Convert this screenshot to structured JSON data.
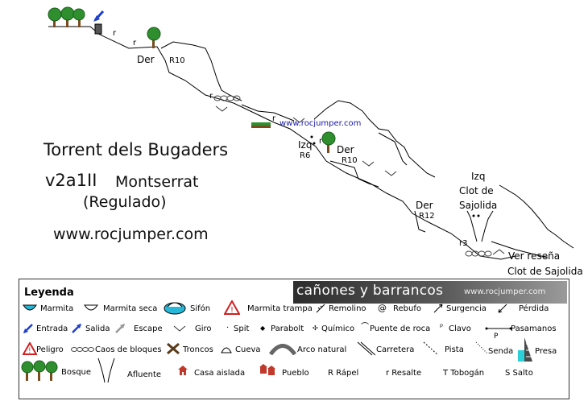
{
  "canyon": {
    "name": "Torrent dels Bugaders",
    "grade": "v2a1II",
    "region": "Montserrat",
    "status": "(Regulado)",
    "website": "www.rocjumper.com"
  },
  "topo_labels": {
    "r_small": "r",
    "der": "Der",
    "izq": "Izq",
    "r10": "R10",
    "r6": "R6",
    "r12": "R12",
    "r3": "r3",
    "watermark": "www.rocjumper.com",
    "tributary_side": "Izq",
    "tributary_line1": "Clot de",
    "tributary_line2": "Sajolida",
    "see_review": "Ver reseña",
    "see_review_target": "Clot de Sajolida"
  },
  "legend": {
    "title": "Leyenda",
    "brand_name": "cañones y barrancos",
    "brand_url": "www.rocjumper.com",
    "items": {
      "marmita": "Marmita",
      "marmita_seca": "Marmita seca",
      "sifon": "Sifón",
      "marmita_trampa": "Marmita trampa",
      "remolino": "Remolino",
      "rebufo": "Rebufo",
      "surgencia": "Surgencia",
      "perdida": "Pérdida",
      "entrada": "Entrada",
      "salida": "Salida",
      "escape": "Escape",
      "giro": "Giro",
      "spit": "Spit",
      "parabolt": "Parabolt",
      "quimico": "Químico",
      "puente_roca": "Puente de roca",
      "clavo": "Clavo",
      "pasamanos": "Pasamanos",
      "pasamanos_p": "P",
      "peligro": "Peligro",
      "caos": "Caos de bloques",
      "troncos": "Troncos",
      "cueva": "Cueva",
      "arco": "Arco natural",
      "carretera": "Carretera",
      "pista": "Pista",
      "senda": "Senda",
      "presa": "Presa",
      "bosque": "Bosque",
      "afluente": "Afluente",
      "casa": "Casa aislada",
      "pueblo": "Pueblo",
      "rapel": "R Rápel",
      "resalte": "r Resalte",
      "tobogan": "T Tobogán",
      "salto": "S Salto"
    }
  },
  "colors": {
    "entrada_arrow": "#1f3fd0",
    "peligro": "#d02020",
    "sifon_water": "#27b8d8",
    "tree_green": "#2f8f2f",
    "trunk": "#7a4b1e",
    "house": "#c0392b",
    "presa": "#4a4a4a",
    "presa_water": "#2bd0d8"
  }
}
